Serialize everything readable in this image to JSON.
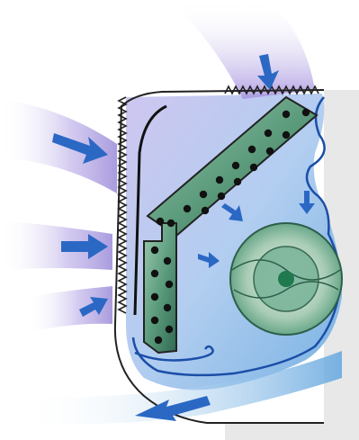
{
  "diagram": {
    "components": [
      {
        "id": "intake-grille",
        "icon": "sawtooth-grille"
      },
      {
        "id": "top-vent",
        "icon": "sawtooth-vent"
      },
      {
        "id": "upper-filter-panel",
        "icon": "dotted-filter"
      },
      {
        "id": "lower-filter-panel",
        "icon": "dotted-filter"
      },
      {
        "id": "blower-fan",
        "icon": "round-fan"
      },
      {
        "id": "housing-wall",
        "icon": "wavy-outline"
      }
    ],
    "airflow": [
      {
        "id": "intake-upper-left",
        "direction": "in"
      },
      {
        "id": "intake-middle-left",
        "direction": "in"
      },
      {
        "id": "intake-lower-left",
        "direction": "in"
      },
      {
        "id": "intake-top",
        "direction": "in"
      },
      {
        "id": "internal-flow",
        "direction": "through"
      },
      {
        "id": "outlet-bottom",
        "direction": "out"
      }
    ],
    "colors": {
      "arrow": "#2a68c4",
      "flow_purple": "#9a8ad8",
      "flow_blue": "#6aaae0",
      "filter": "#3e7a64",
      "filter_dot": "#111111",
      "fan": "#3a8a66",
      "housing": "#e6e6e6",
      "wall_line": "#1b4ea8"
    }
  }
}
